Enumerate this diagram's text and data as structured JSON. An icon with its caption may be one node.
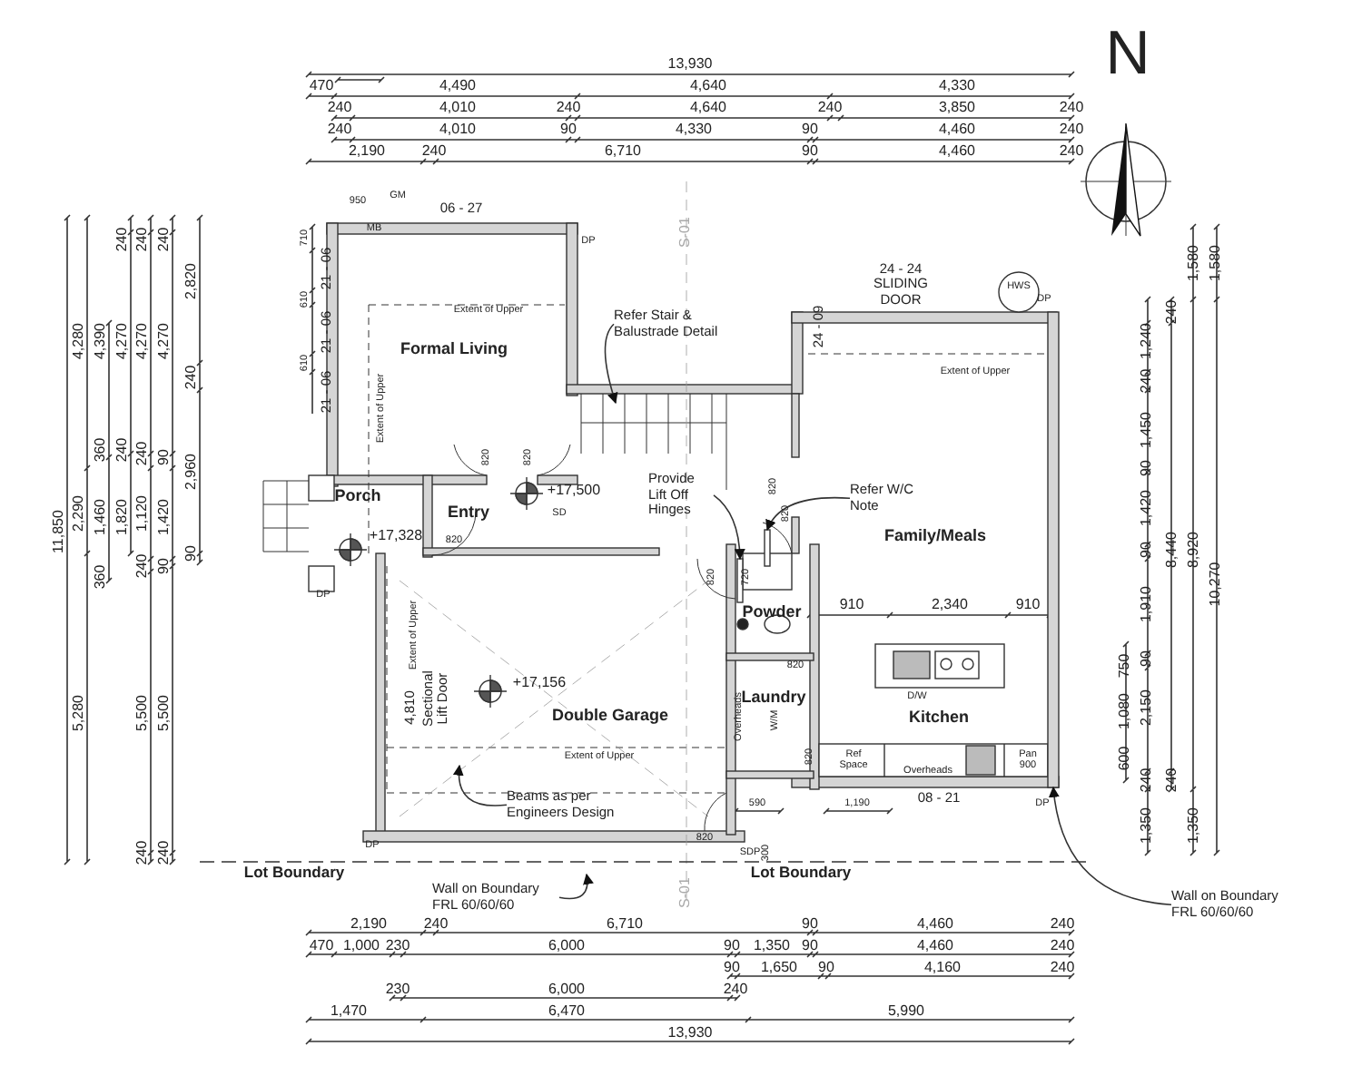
{
  "diagram": {
    "nodes": [
      {
        "text": [
          "Formal Living"
        ]
      },
      {
        "text": [
          "Porch"
        ]
      },
      {
        "text": [
          "Entry"
        ]
      },
      {
        "text": [
          "Double Garage"
        ]
      },
      {
        "text": [
          "Powder"
        ]
      },
      {
        "text": [
          "Laundry"
        ]
      },
      {
        "text": [
          "Family/Meals"
        ]
      },
      {
        "text": [
          "Kitchen"
        ]
      },
      {
        "text": [
          "Refer Stair & Balustrade Detail"
        ]
      },
      {
        "text": [
          "Provide Lift Off Hinges"
        ]
      },
      {
        "text": [
          "Refer W/C Note"
        ]
      },
      {
        "text": [
          "Beams as per Engineers Design"
        ]
      },
      {
        "text": [
          "Wall on Boundary FRL 60/60/60"
        ]
      },
      {
        "text": [
          "Wall on Boundary FRL 60/60/60"
        ]
      },
      {
        "text": [],
        "shape": "door"
      },
      {
        "text": [],
        "shape": "door"
      },
      {
        "text": [],
        "shape": "wall"
      }
    ],
    "edges": [
      {
        "from": 8,
        "to": null,
        "arrow": "to"
      },
      {
        "from": 9,
        "to": 14,
        "arrow": "to"
      },
      {
        "from": 10,
        "to": 15,
        "arrow": "to"
      },
      {
        "from": 11,
        "to": null,
        "arrow": "to"
      },
      {
        "from": 12,
        "to": null,
        "arrow": "to"
      },
      {
        "from": 13,
        "to": 16,
        "arrow": "to"
      }
    ],
    "labels": [
      "13,930",
      "470",
      "4,490",
      "4,640",
      "4,330",
      "240",
      "4,010",
      "240",
      "4,640",
      "240",
      "3,850",
      "240",
      "240",
      "4,010",
      "90",
      "4,330",
      "90",
      "4,460",
      "240",
      "2,190",
      "240",
      "6,710",
      "90",
      "4,460",
      "240",
      "N",
      "11,850",
      "4,280",
      "2,290",
      "5,280",
      "4,390",
      "360",
      "1,460",
      "360",
      "240",
      "4,270",
      "240",
      "1,820",
      "240",
      "4,270",
      "240",
      "1,120",
      "240",
      "5,500",
      "240",
      "240",
      "4,270",
      "90",
      "1,420",
      "90",
      "5,500",
      "240",
      "2,820",
      "240",
      "2,960",
      "90",
      "950",
      "GM",
      "06 - 27",
      "MB",
      "DP",
      "710",
      "21 - 06",
      "610",
      "21 - 06",
      "610",
      "21 - 06",
      "Extent of Upper",
      "Extent of Upper",
      "S-01",
      "24 - 24 SLIDING DOOR",
      "HWS",
      "DP",
      "24 - 09",
      "Extent of Upper",
      "820",
      "820",
      "820",
      "820",
      "+17,500",
      "SD",
      "+17,328",
      "820",
      "DP",
      "820",
      "720",
      "910",
      "2,340",
      "910",
      "Extent of Upper",
      "+17,156",
      "Sectional Lift Door",
      "4,810",
      "820",
      "Overheads",
      "W/M",
      "D/W",
      "Extent of Upper",
      "820",
      "Ref Space",
      "Overheads",
      "Pan 900",
      "590",
      "1,190",
      "08 - 21",
      "DP",
      "820",
      "DP",
      "SDP",
      "300",
      "Lot Boundary",
      "Lot Boundary",
      "S-01",
      "1,580",
      "1,580",
      "240",
      "1,240",
      "240",
      "1,450",
      "90",
      "1,420",
      "90",
      "8,440",
      "8,920",
      "10,270",
      "1,910",
      "90",
      "750",
      "1,080",
      "2,150",
      "600",
      "240",
      "240",
      "1,350",
      "1,350",
      "2,190",
      "240",
      "6,710",
      "90",
      "4,460",
      "240",
      "470",
      "1,000",
      "230",
      "6,000",
      "90",
      "1,350",
      "90",
      "4,460",
      "240",
      "90",
      "1,650",
      "90",
      "4,160",
      "240",
      "230",
      "6,000",
      "240",
      "1,470",
      "6,470",
      "5,990",
      "13,930"
    ]
  }
}
